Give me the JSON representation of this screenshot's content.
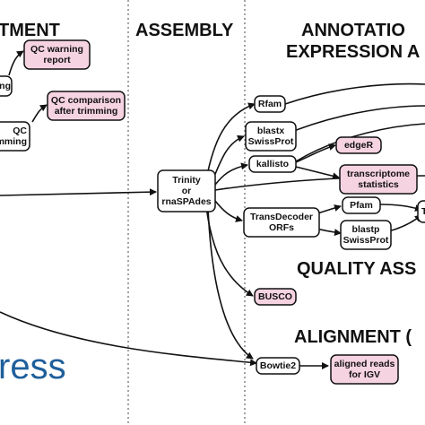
{
  "sections": {
    "treatment": "TMENT",
    "assembly": "ASSEMBLY",
    "annotation_line1": "ANNOTATIO",
    "annotation_line2": "EXPRESSION A",
    "quality": "QUALITY ASS",
    "alignment": "ALIGNMENT ("
  },
  "nodes": {
    "qc_warning": [
      "QC warning",
      "report"
    ],
    "ng_fragment": [
      "ng"
    ],
    "qc_comparison": [
      "QC comparison",
      "after trimming"
    ],
    "qc_trimming": [
      "QC",
      "mming"
    ],
    "trinity": [
      "Trinity",
      "or",
      "rnaSPAdes"
    ],
    "rfam": [
      "Rfam"
    ],
    "blastx": [
      "blastx",
      "SwissProt"
    ],
    "kallisto": [
      "kallisto"
    ],
    "edger": [
      "edgeR"
    ],
    "transcriptome_stats": [
      "transcriptome",
      "statistics"
    ],
    "transdecoder": [
      "TransDecoder",
      "ORFs"
    ],
    "pfam": [
      "Pfam"
    ],
    "blastp": [
      "blastp",
      "SwissProt"
    ],
    "t_fragment": [
      "T"
    ],
    "busco": [
      "BUSCO"
    ],
    "bowtie2": [
      "Bowtie2"
    ],
    "aligned_reads": [
      "aligned reads",
      "for IGV"
    ]
  },
  "logo": {
    "text": "ress"
  },
  "colors": {
    "output_fill": "#f6d3e1",
    "tool_fill": "#ffffff",
    "stroke": "#111111",
    "logo": "#1f5f9b"
  }
}
